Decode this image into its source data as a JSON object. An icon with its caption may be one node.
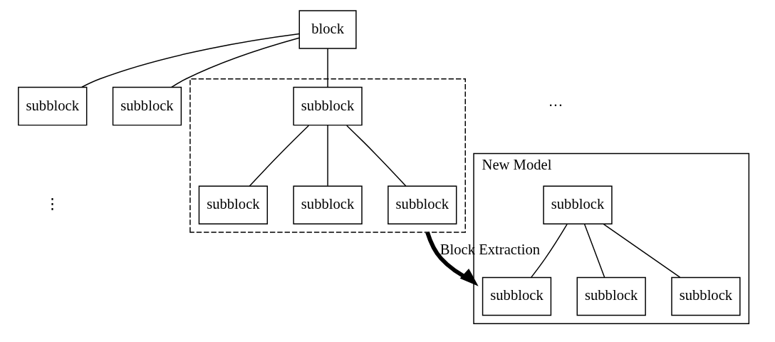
{
  "diagram": {
    "nodes": [
      {
        "text": [
          "block"
        ]
      },
      {
        "text": [
          "subblock"
        ]
      },
      {
        "text": [
          "subblock"
        ]
      },
      {
        "text": [],
        "shape": "box"
      },
      {
        "text": [
          "subblock"
        ],
        "in": 3
      },
      {
        "text": [
          "subblock"
        ],
        "in": 3
      },
      {
        "text": [
          "subblock"
        ],
        "in": 3
      },
      {
        "text": [
          "subblock"
        ],
        "in": 3
      },
      {
        "text": [
          "New Model"
        ]
      },
      {
        "text": [
          "subblock"
        ],
        "in": 8
      },
      {
        "text": [
          "subblock"
        ],
        "in": 8
      },
      {
        "text": [
          "subblock"
        ],
        "in": 8
      },
      {
        "text": [
          "subblock"
        ],
        "in": 8
      }
    ],
    "edges": [
      {
        "from": 0,
        "to": 1,
        "arrow": "none"
      },
      {
        "from": 0,
        "to": 2,
        "arrow": "none"
      },
      {
        "from": 0,
        "to": 4,
        "arrow": "none"
      },
      {
        "from": 4,
        "to": 5,
        "arrow": "none"
      },
      {
        "from": 4,
        "to": 6,
        "arrow": "none"
      },
      {
        "from": 4,
        "to": 7,
        "arrow": "none"
      },
      {
        "from": 9,
        "to": 10,
        "arrow": "none"
      },
      {
        "from": 9,
        "to": 11,
        "arrow": "none"
      },
      {
        "from": 9,
        "to": 12,
        "arrow": "none"
      },
      {
        "from": 3,
        "to": 8,
        "arrow": "to",
        "label": "Block Extraction",
        "style": "thick"
      }
    ],
    "labels": [
      "⋮",
      "···"
    ]
  }
}
